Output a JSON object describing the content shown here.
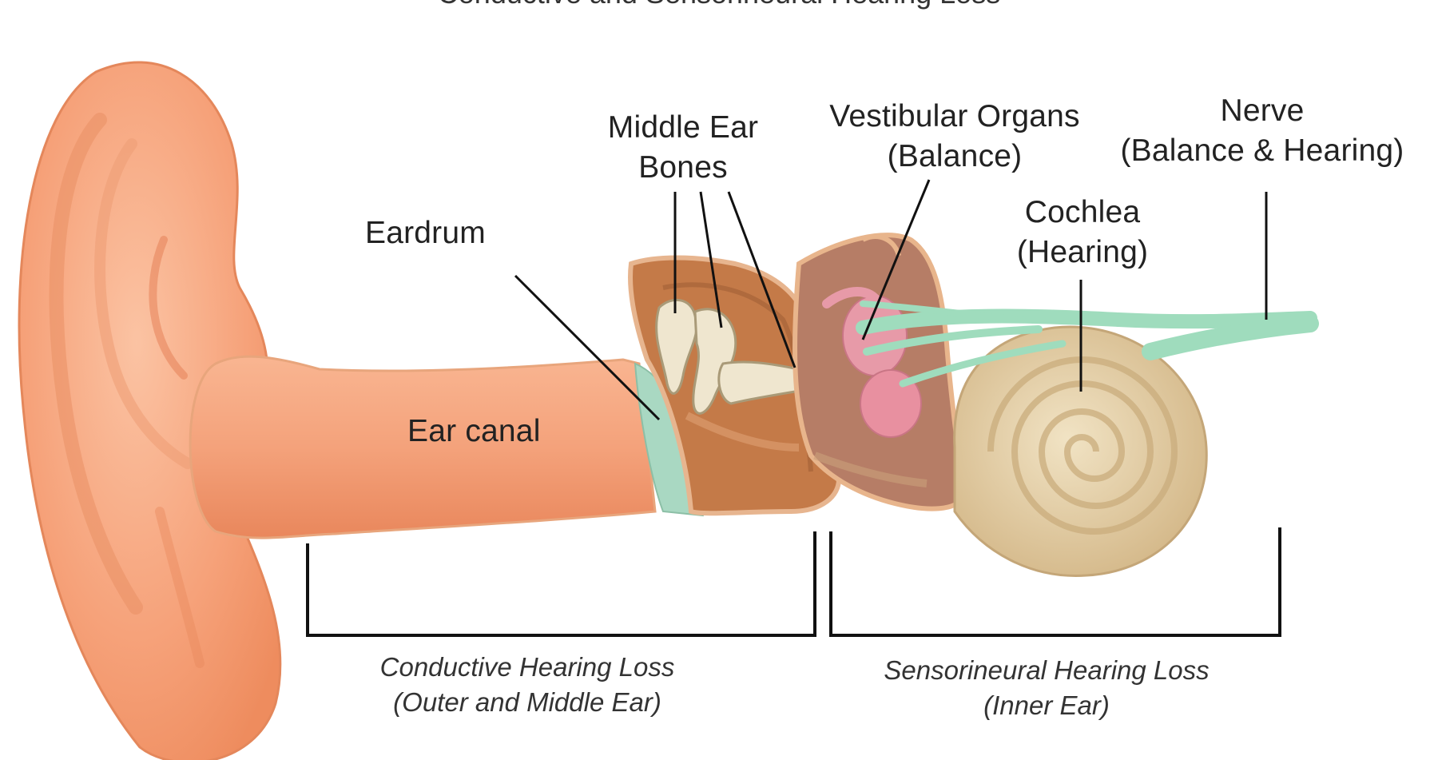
{
  "header_fragment": "Conductive and Sensorineural Hearing Loss",
  "labels": {
    "eardrum": "Eardrum",
    "ear_canal": "Ear canal",
    "middle_ear_bones_1": "Middle Ear",
    "middle_ear_bones_2": "Bones",
    "vestibular_1": "Vestibular Organs",
    "vestibular_2": "(Balance)",
    "nerve_1": "Nerve",
    "nerve_2": "(Balance & Hearing)",
    "cochlea_1": "Cochlea",
    "cochlea_2": "(Hearing)"
  },
  "captions": {
    "conductive_1": "Conductive Hearing Loss",
    "conductive_2": "(Outer and Middle Ear)",
    "sensorineural_1": "Sensorineural Hearing Loss",
    "sensorineural_2": "(Inner Ear)"
  },
  "colors": {
    "skin": "#f6a27a",
    "skin_dark": "#e8835a",
    "eardrum": "#a9d8c2",
    "bone": "#efe6cf",
    "middle_ear_cavity": "#c47a48",
    "vestibular": "#e79aa8",
    "nerve": "#9fdcbd",
    "cochlea": "#e3cfa8",
    "line": "#111111"
  }
}
